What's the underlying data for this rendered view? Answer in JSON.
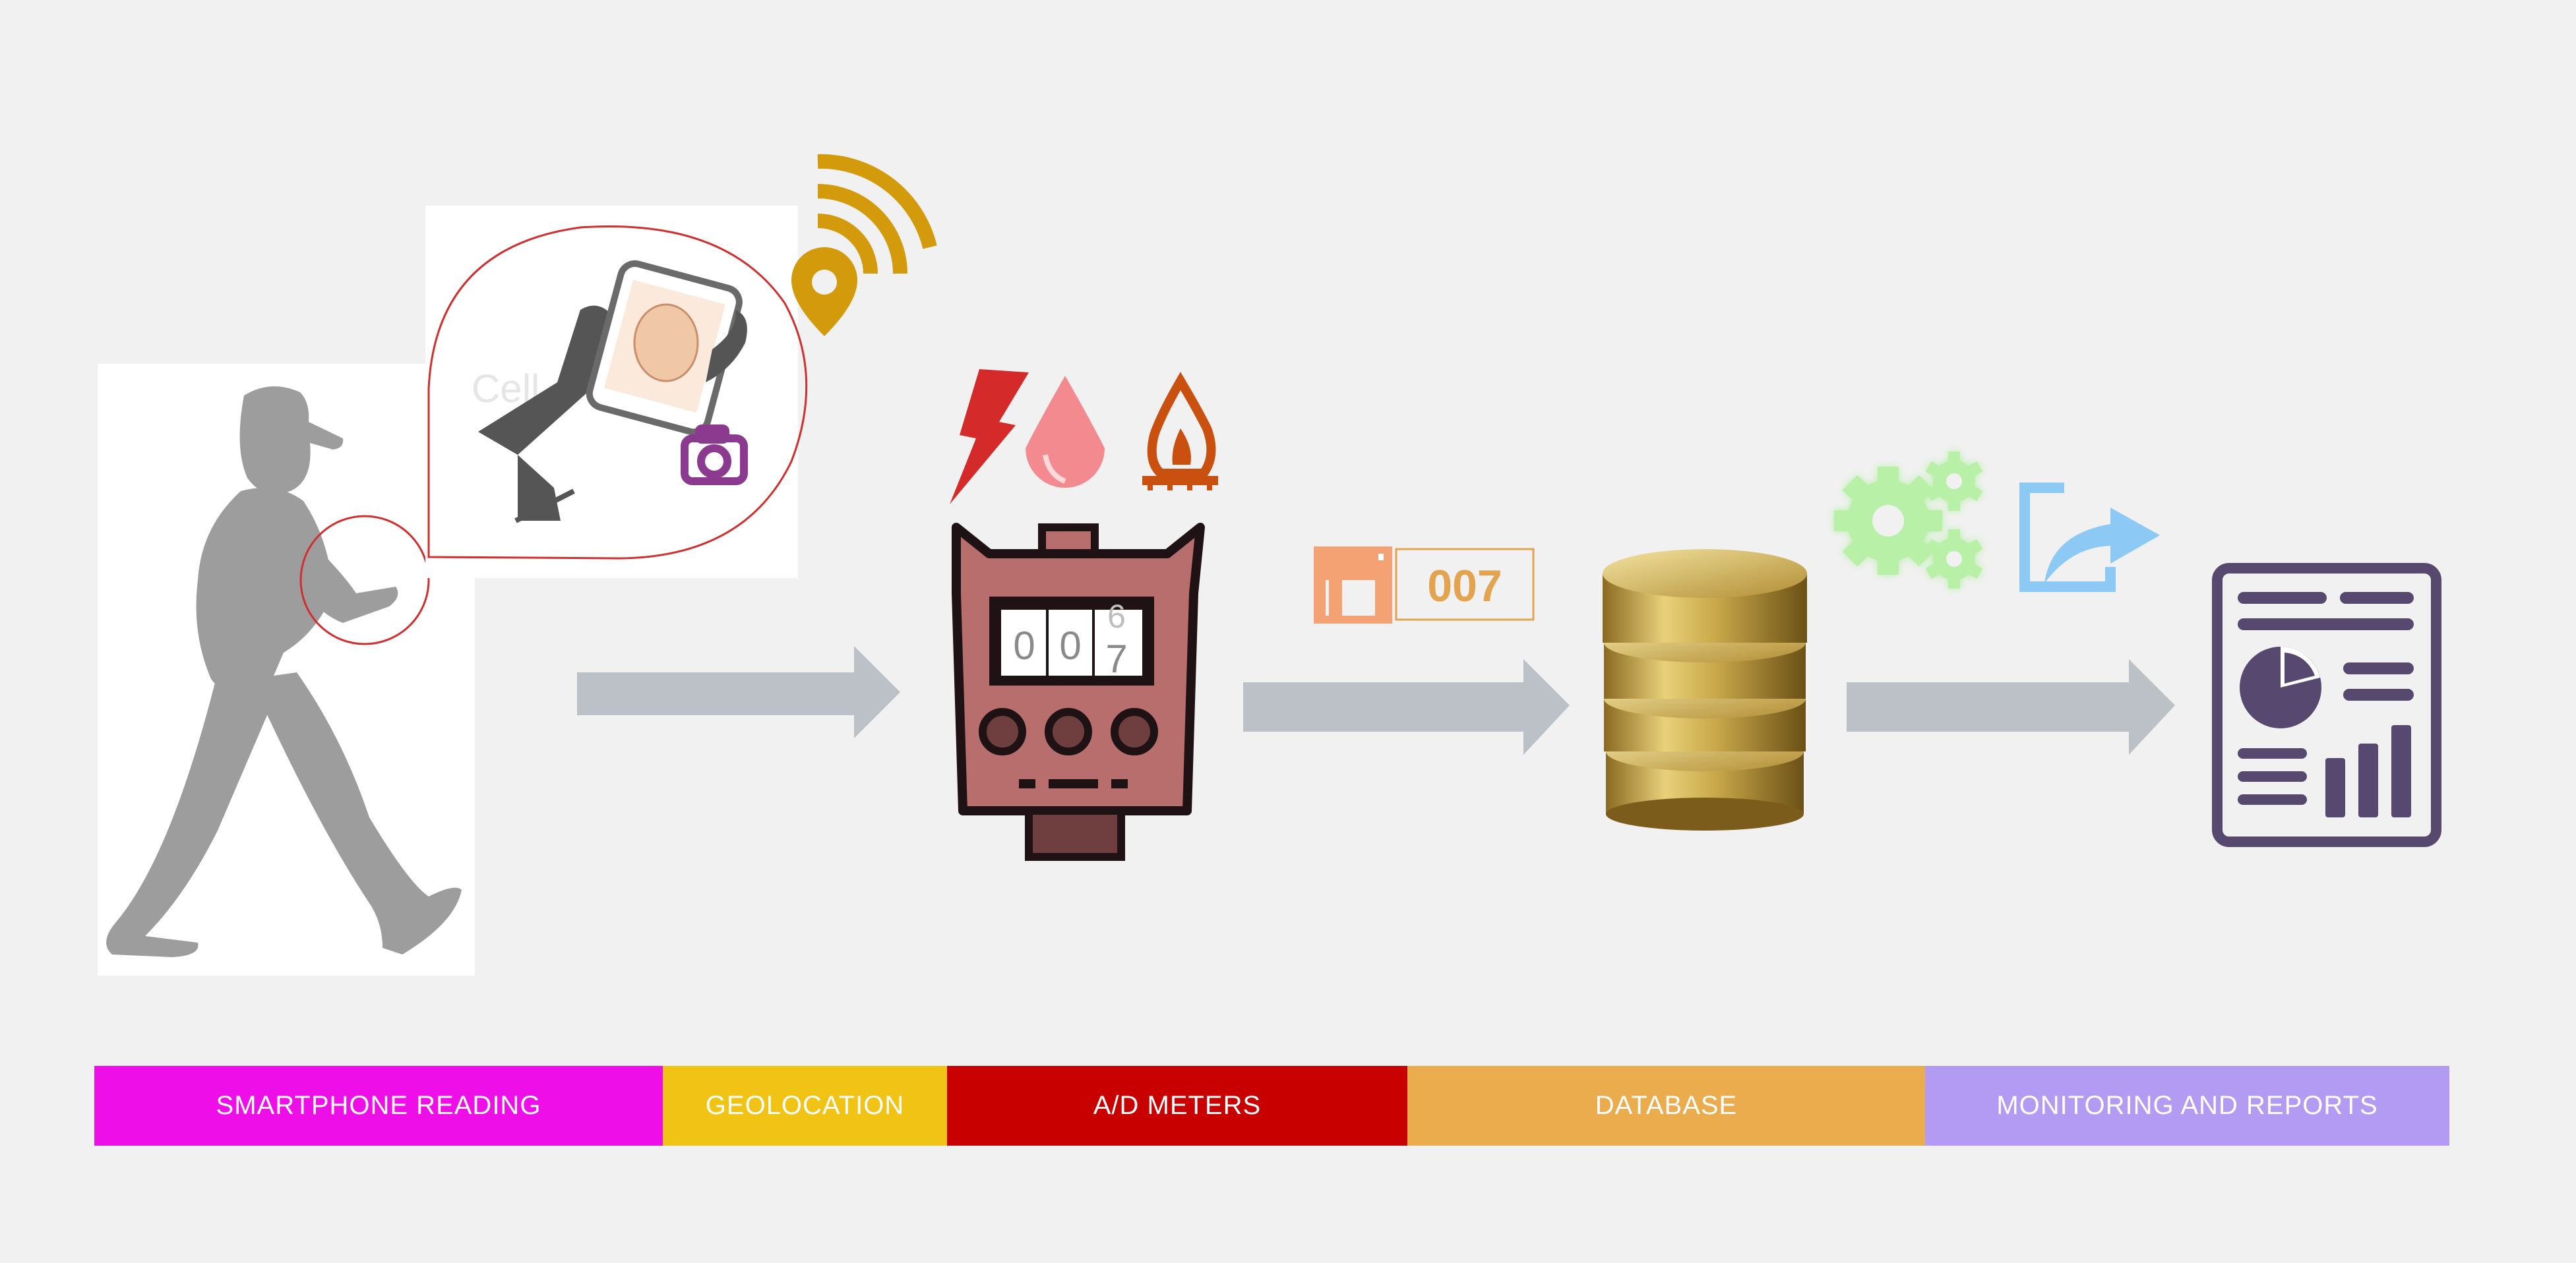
{
  "meter_counter": {
    "digit1": "0",
    "digit2": "0",
    "digit3": "7",
    "digit3_rolling": "6"
  },
  "database_label": {
    "code": "007"
  },
  "phone_screen_watermark": "Cell… ox",
  "stages": [
    {
      "label": "SMARTPHONE READING",
      "color": "#ee0ee8"
    },
    {
      "label": "GEOLOCATION",
      "color": "#f0c314"
    },
    {
      "label": "A/D METERS",
      "color": "#c90000"
    },
    {
      "label": "DATABASE",
      "color": "#eaac4d"
    },
    {
      "label": "MONITORING AND REPORTS",
      "color": "#b39af2"
    }
  ],
  "colors": {
    "background": "#f1f1f1",
    "arrow": "#bcc1c7",
    "silhouette": "#9d9d9d",
    "bubble_outline": "#d12e2e",
    "wifi_pin": "#d39a0c",
    "lightning": "#d42a2a",
    "drop": "#f28a8f",
    "flame": "#c9500f",
    "meter_body": "#b86e6c",
    "meter_dark": "#1f1214",
    "floppy": "#f4a173",
    "code_text": "#e3a34f",
    "database_gold": "#c9a94a",
    "gears": "#b8f0a8",
    "share": "#8cc9f5",
    "report": "#56486e"
  }
}
